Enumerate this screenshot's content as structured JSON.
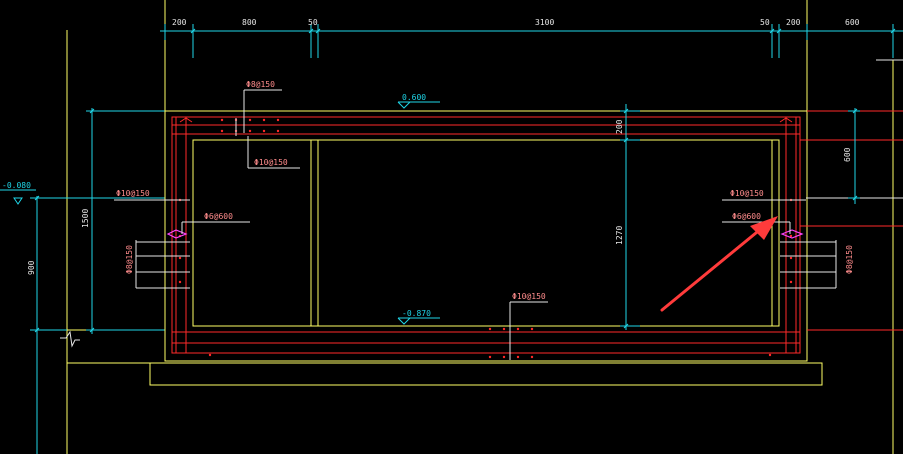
{
  "colors": {
    "background": "#000000",
    "dimension": "#1fd6e8",
    "concrete": "#ffff66",
    "rebar": "#ff2a2a",
    "label_text": "#ff8c8c",
    "tie": "#ff44ff",
    "white_text": "#e6e6e6",
    "arrow": "#ff3b3b"
  },
  "top_dimensions": [
    "200",
    "800",
    "50",
    "3100",
    "50",
    "200",
    "600"
  ],
  "vertical_dimensions": {
    "left_outer": "900",
    "left_inner": "1500",
    "top_slab": "200",
    "clear_height": "1270",
    "right": "600"
  },
  "elevations": {
    "top": "0.600",
    "bottom": "-0.870",
    "left": "-0.080"
  },
  "rebar_labels": {
    "top_slab_upper": "Φ8@150",
    "top_slab_lower": "Φ10@150",
    "left_wall_horizontal": "Φ10@150",
    "left_tie": "Φ6@600",
    "left_wall_vertical": "Φ8@150",
    "bottom_slab": "Φ10@150",
    "right_wall_horizontal": "Φ10@150",
    "right_tie": "Φ6@600",
    "right_wall_vertical": "Φ8@150"
  },
  "icons": {
    "arrow": "annotation-arrow-icon",
    "break": "break-line-icon",
    "elevation": "elevation-marker-icon"
  }
}
